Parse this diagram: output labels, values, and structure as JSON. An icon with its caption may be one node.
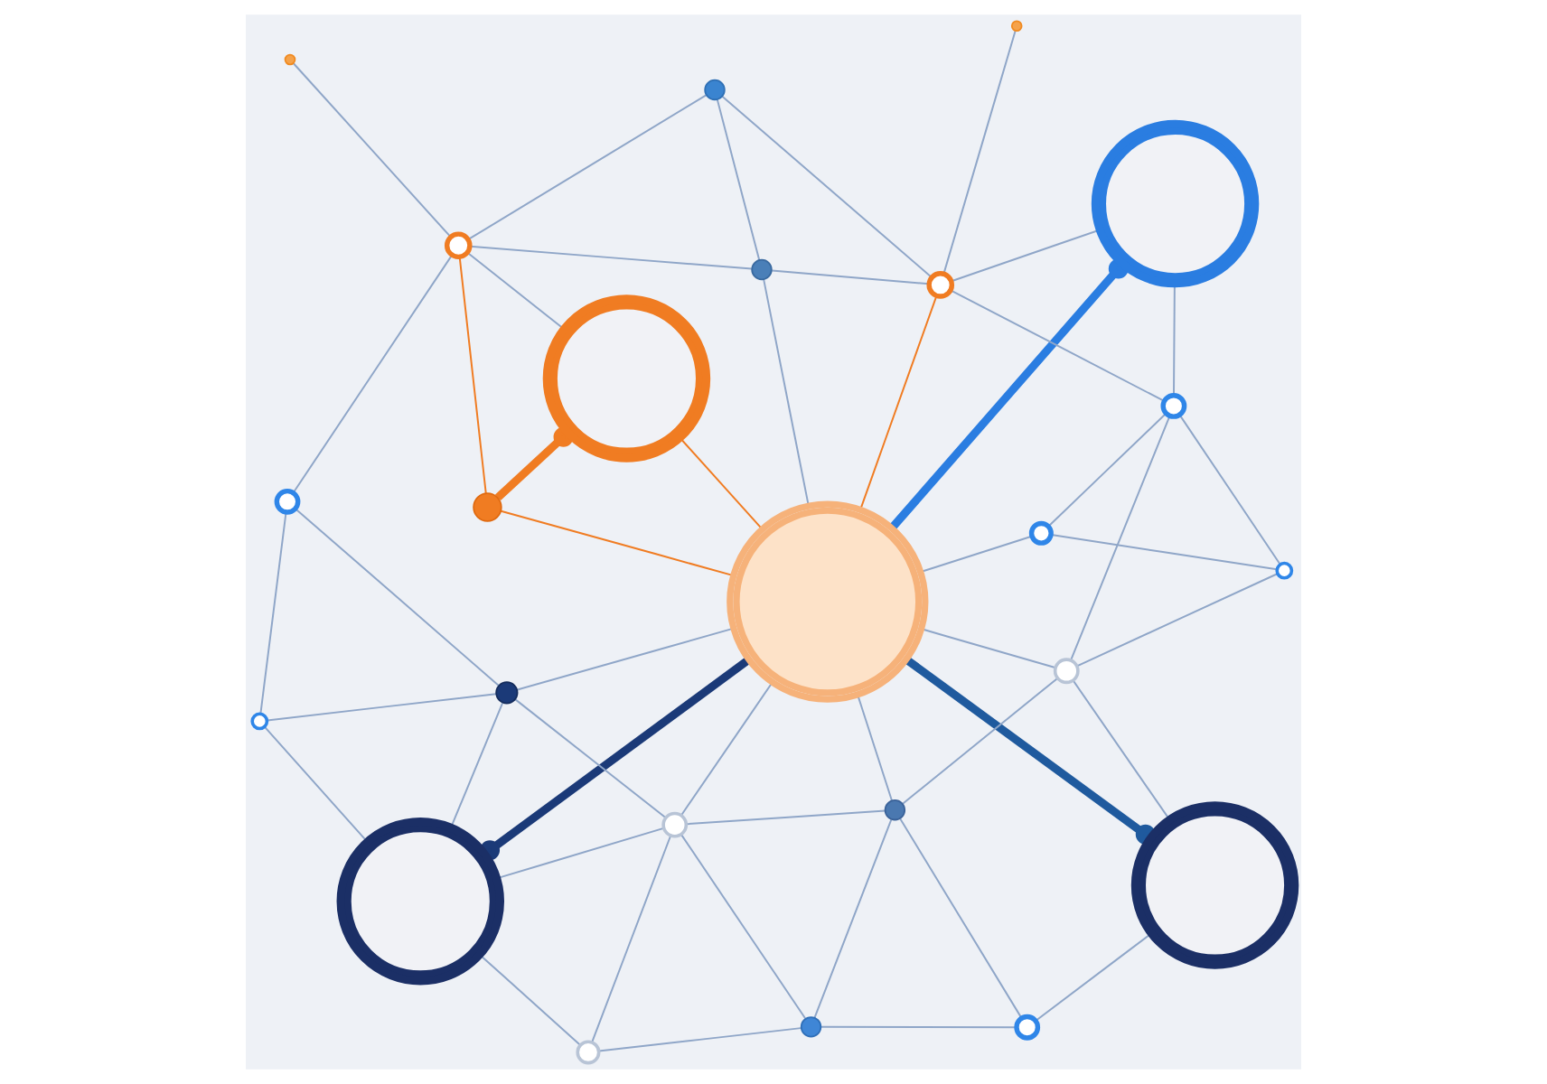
{
  "diagram": {
    "nodes": [
      {
        "text": [],
        "shape": "picture"
      },
      {
        "text": [],
        "shape": "picture"
      },
      {
        "text": [],
        "shape": "picture"
      },
      {
        "text": [],
        "shape": "picture"
      },
      {
        "text": [],
        "shape": "picture"
      },
      {
        "text": [],
        "shape": "circle"
      },
      {
        "text": [],
        "shape": "circle"
      },
      {
        "text": [],
        "shape": "circle"
      },
      {
        "text": [],
        "shape": "circle"
      },
      {
        "text": [],
        "shape": "circle"
      },
      {
        "text": [],
        "shape": "circle"
      },
      {
        "text": [],
        "shape": "circle"
      },
      {
        "text": [],
        "shape": "circle"
      },
      {
        "text": [],
        "shape": "circle"
      },
      {
        "text": [],
        "shape": "circle"
      },
      {
        "text": [],
        "shape": "circle"
      },
      {
        "text": [],
        "shape": "circle"
      },
      {
        "text": [],
        "shape": "circle"
      },
      {
        "text": [],
        "shape": "circle"
      },
      {
        "text": [],
        "shape": "circle"
      },
      {
        "text": [],
        "shape": "circle"
      },
      {
        "text": [],
        "shape": "circle"
      },
      {
        "text": [],
        "shape": "circle"
      },
      {
        "text": [],
        "shape": "circle"
      }
    ],
    "edges": [
      {
        "from": 2,
        "to": 0,
        "arrow": "other",
        "style": "thick",
        "color": "#1b3a78"
      },
      {
        "from": 2,
        "to": 1,
        "arrow": "other",
        "style": "thick",
        "color": "#1f5a9e"
      },
      {
        "from": 2,
        "to": 17,
        "arrow": "none",
        "color": "#f07c22"
      },
      {
        "from": 17,
        "to": 3,
        "arrow": "other",
        "style": "thick",
        "color": "#f07c22"
      },
      {
        "from": 2,
        "to": 4,
        "arrow": "other",
        "style": "thick",
        "color": "#2a7de1"
      },
      {
        "from": 5,
        "to": 6,
        "arrow": "none"
      },
      {
        "from": 5,
        "to": 8,
        "arrow": "none"
      },
      {
        "from": 5,
        "to": 7,
        "arrow": "none"
      },
      {
        "from": 5,
        "to": 9,
        "arrow": "none"
      },
      {
        "from": 0,
        "to": 6,
        "arrow": "none"
      },
      {
        "from": 6,
        "to": 8,
        "arrow": "none"
      },
      {
        "from": 0,
        "to": 8,
        "arrow": "none"
      },
      {
        "from": 8,
        "to": 9,
        "arrow": "none"
      },
      {
        "from": 8,
        "to": 13,
        "arrow": "none"
      },
      {
        "from": 8,
        "to": 2,
        "arrow": "none"
      },
      {
        "from": 0,
        "to": 13,
        "arrow": "none"
      },
      {
        "from": 0,
        "to": 10,
        "arrow": "none"
      },
      {
        "from": 10,
        "to": 13,
        "arrow": "none"
      },
      {
        "from": 13,
        "to": 2,
        "arrow": "none"
      },
      {
        "from": 10,
        "to": 15,
        "arrow": "none"
      },
      {
        "from": 13,
        "to": 15,
        "arrow": "none"
      },
      {
        "from": 9,
        "to": 7,
        "arrow": "none"
      },
      {
        "from": 7,
        "to": 1,
        "arrow": "none"
      },
      {
        "from": 9,
        "to": 11,
        "arrow": "none"
      },
      {
        "from": 9,
        "to": 2,
        "arrow": "none"
      },
      {
        "from": 1,
        "to": 11,
        "arrow": "none"
      },
      {
        "from": 11,
        "to": 12,
        "arrow": "none"
      },
      {
        "from": 11,
        "to": 2,
        "arrow": "none"
      },
      {
        "from": 11,
        "to": 16,
        "arrow": "none"
      },
      {
        "from": 12,
        "to": 14,
        "arrow": "none"
      },
      {
        "from": 12,
        "to": 16,
        "arrow": "none"
      },
      {
        "from": 14,
        "to": 2,
        "arrow": "none"
      },
      {
        "from": 14,
        "to": 16,
        "arrow": "none"
      },
      {
        "from": 16,
        "to": 4,
        "arrow": "none"
      },
      {
        "from": 4,
        "to": 19,
        "arrow": "none"
      },
      {
        "from": 19,
        "to": 2,
        "arrow": "none",
        "color": "#f07c22"
      },
      {
        "from": 19,
        "to": 22,
        "arrow": "none"
      },
      {
        "from": 19,
        "to": 21,
        "arrow": "none"
      },
      {
        "from": 18,
        "to": 19,
        "arrow": "none"
      },
      {
        "from": 19,
        "to": 16,
        "arrow": "none"
      },
      {
        "from": 18,
        "to": 20,
        "arrow": "none"
      },
      {
        "from": 18,
        "to": 2,
        "arrow": "none"
      },
      {
        "from": 20,
        "to": 17,
        "arrow": "none",
        "color": "#f07c22"
      },
      {
        "from": 15,
        "to": 20,
        "arrow": "none"
      },
      {
        "from": 3,
        "to": 20,
        "arrow": "none"
      },
      {
        "from": 23,
        "to": 20,
        "arrow": "none"
      },
      {
        "from": 20,
        "to": 21,
        "arrow": "none"
      },
      {
        "from": 3,
        "to": 2,
        "arrow": "none",
        "color": "#f07c22"
      },
      {
        "from": 18,
        "to": 21,
        "arrow": "none"
      }
    ]
  }
}
